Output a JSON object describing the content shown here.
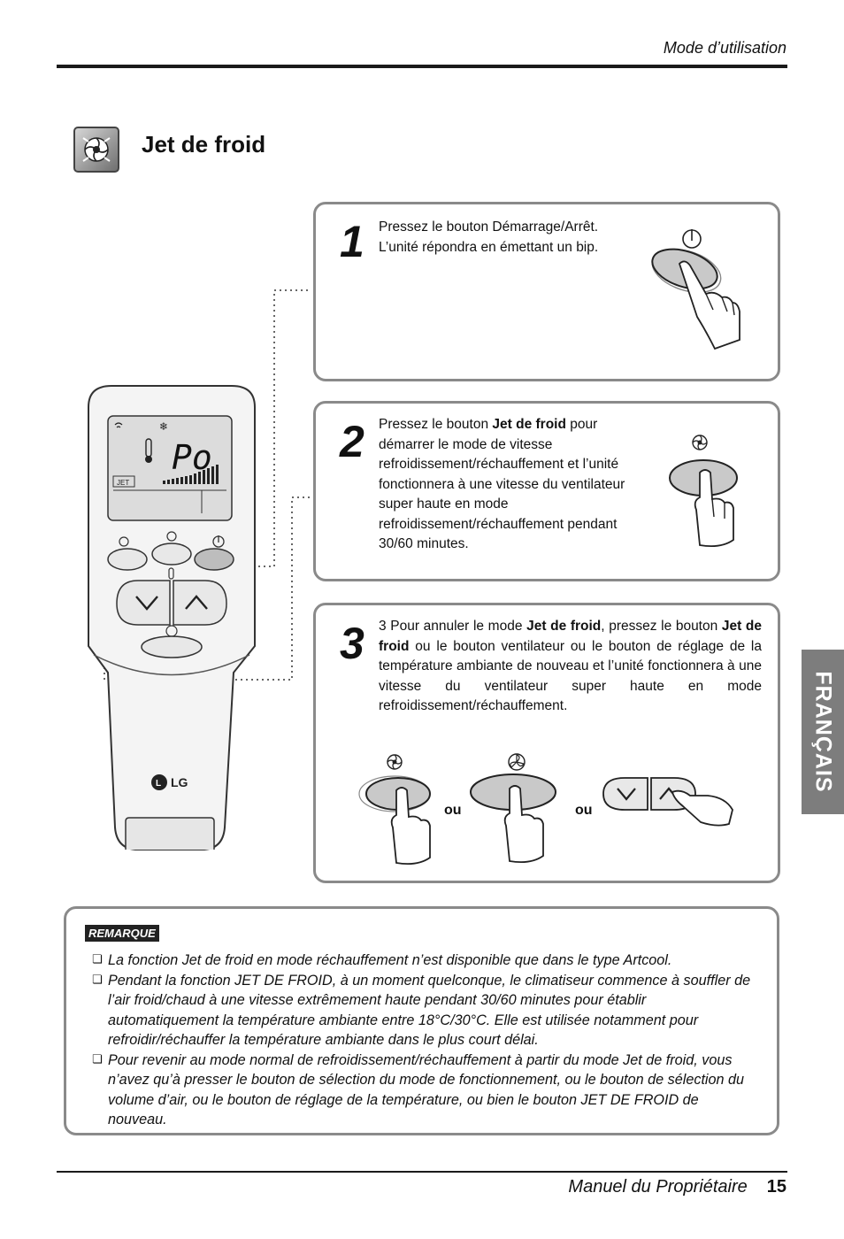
{
  "header": {
    "section": "Mode d’utilisation"
  },
  "title": "Jet de froid",
  "icons": {
    "title": "jet-cool-icon",
    "power": "power-icon",
    "jet": "jet-cool-icon",
    "fan": "fan-icon"
  },
  "steps": [
    {
      "number": "1",
      "lines": [
        "Pressez le bouton Démarrage/Arrêt.",
        "L’unité répondra en émettant un bip."
      ]
    },
    {
      "number": "2",
      "before": "Pressez le bouton ",
      "bold": "Jet de froid",
      "after": " pour démarrer le mode de vitesse refroidissement/réchauffement et l’unité fonctionnera à une vitesse du ventilateur super haute en mode refroidissement/réchauffement pendant 30/60 minutes."
    },
    {
      "number": "3",
      "t1": "3 Pour annuler le mode ",
      "b1": "Jet de froid",
      "t2": ", pressez le bouton ",
      "b2": "Jet de froid",
      "t3": " ou le bouton ventilateur ou le bouton de réglage de la température ambiante de nouveau et l’unité fonctionnera à une vitesse du ventilateur super haute en mode refroidissement/réchauffement.",
      "or1": "ou",
      "or2": "ou"
    }
  ],
  "remote": {
    "display": "Po",
    "jet_label": "JET",
    "brand": "LG"
  },
  "side_tab": "FRANÇAIS",
  "note": {
    "badge": "REMARQUE",
    "items": [
      "La fonction Jet de froid en mode réchauffement n’est disponible que dans le type Artcool.",
      "Pendant la fonction JET DE FROID, à un moment quelconque, le climatiseur commence à souffler de l’air froid/chaud à une vitesse extrêmement haute pendant 30/60 minutes pour établir automatiquement la température ambiante entre 18°C/30°C. Elle est utilisée notamment pour refroidir/réchauffer la température ambiante dans le plus court délai.",
      "Pour revenir au mode normal de refroidissement/réchauffement à partir du mode Jet de froid, vous n’avez qu’à presser le bouton de sélection du mode de fonctionnement, ou le bouton de sélection du volume d’air, ou le bouton de réglage de la température, ou bien le bouton JET DE FROID de nouveau."
    ]
  },
  "footer": {
    "manual": "Manuel du Propriétaire",
    "page": "15"
  }
}
